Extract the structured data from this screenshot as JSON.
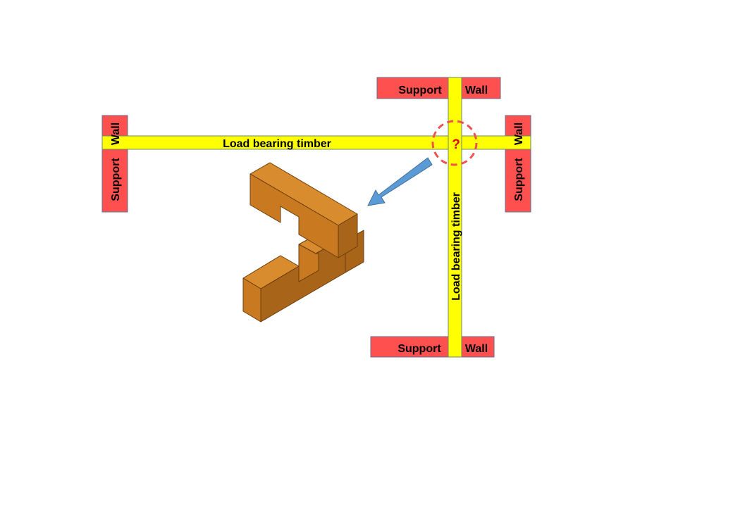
{
  "labels": {
    "horizontal_beam": "Load bearing timber",
    "vertical_beam": "Load bearing timber",
    "support": "Support",
    "wall": "Wall",
    "question": "?"
  },
  "colors": {
    "beam": "#ffff00",
    "wall": "#ff5050",
    "circle": "#ef5350",
    "question": "#e00000",
    "arrow": "#5b9bd5",
    "wood_top": "#d98c2e",
    "wood_front": "#c97a20",
    "wood_side": "#a8651a"
  }
}
